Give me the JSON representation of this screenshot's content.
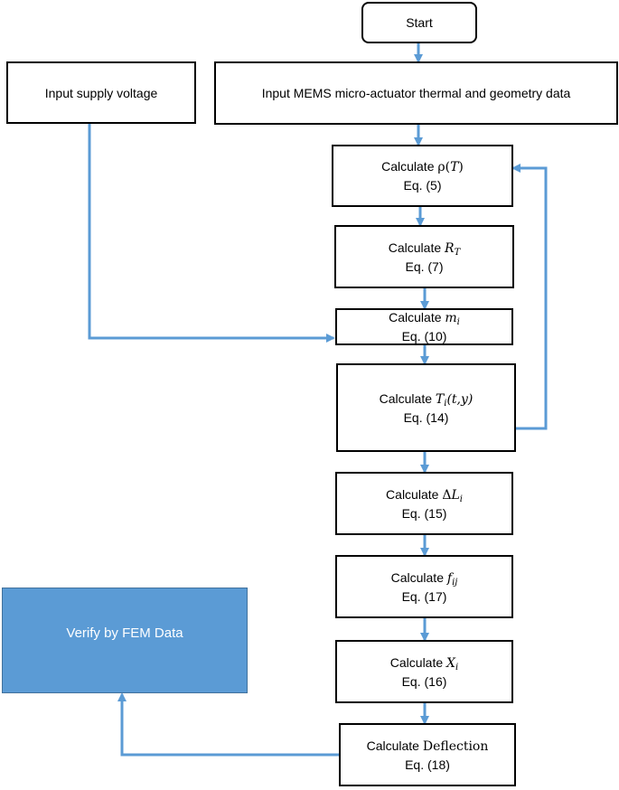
{
  "nodes": {
    "start": {
      "label": "Start"
    },
    "supply": {
      "label": "Input supply voltage"
    },
    "input_data": {
      "label": "Input MEMS micro-actuator thermal and geometry data"
    },
    "rho": {
      "prefix": "Calculate ",
      "sym": "ρ",
      "arg": "(",
      "var": "T",
      "end": ")",
      "eq": "Eq. (5)"
    },
    "rt": {
      "prefix": "Calculate ",
      "sym": "R",
      "sub": "T",
      "eq": "Eq. (7)"
    },
    "mi": {
      "prefix": "Calculate ",
      "sym": "m",
      "sub": "i",
      "eq": "Eq. (10)"
    },
    "ti": {
      "prefix": "Calculate ",
      "sym": "T",
      "sub": "i",
      "args": "(t,y)",
      "eq": "Eq. (14)"
    },
    "dl": {
      "prefix": "Calculate ",
      "delta": "Δ",
      "sym": "L",
      "sub": "i",
      "eq": "Eq. (15)"
    },
    "fij": {
      "prefix": "Calculate ",
      "sym": "f",
      "sub": "ij",
      "eq": "Eq. (17)"
    },
    "xi": {
      "prefix": "Calculate ",
      "sym": "X",
      "sub": "i",
      "eq": "Eq. (16)"
    },
    "defl": {
      "prefix": "Calculate ",
      "word": "Deflection",
      "eq": "Eq. (18)"
    },
    "verify": {
      "label": "Verify by FEM Data"
    }
  },
  "colors": {
    "arrow": "#5b9bd5",
    "verify_fill": "#5b9bd5",
    "verify_text": "#ffffff",
    "border": "#000000"
  }
}
